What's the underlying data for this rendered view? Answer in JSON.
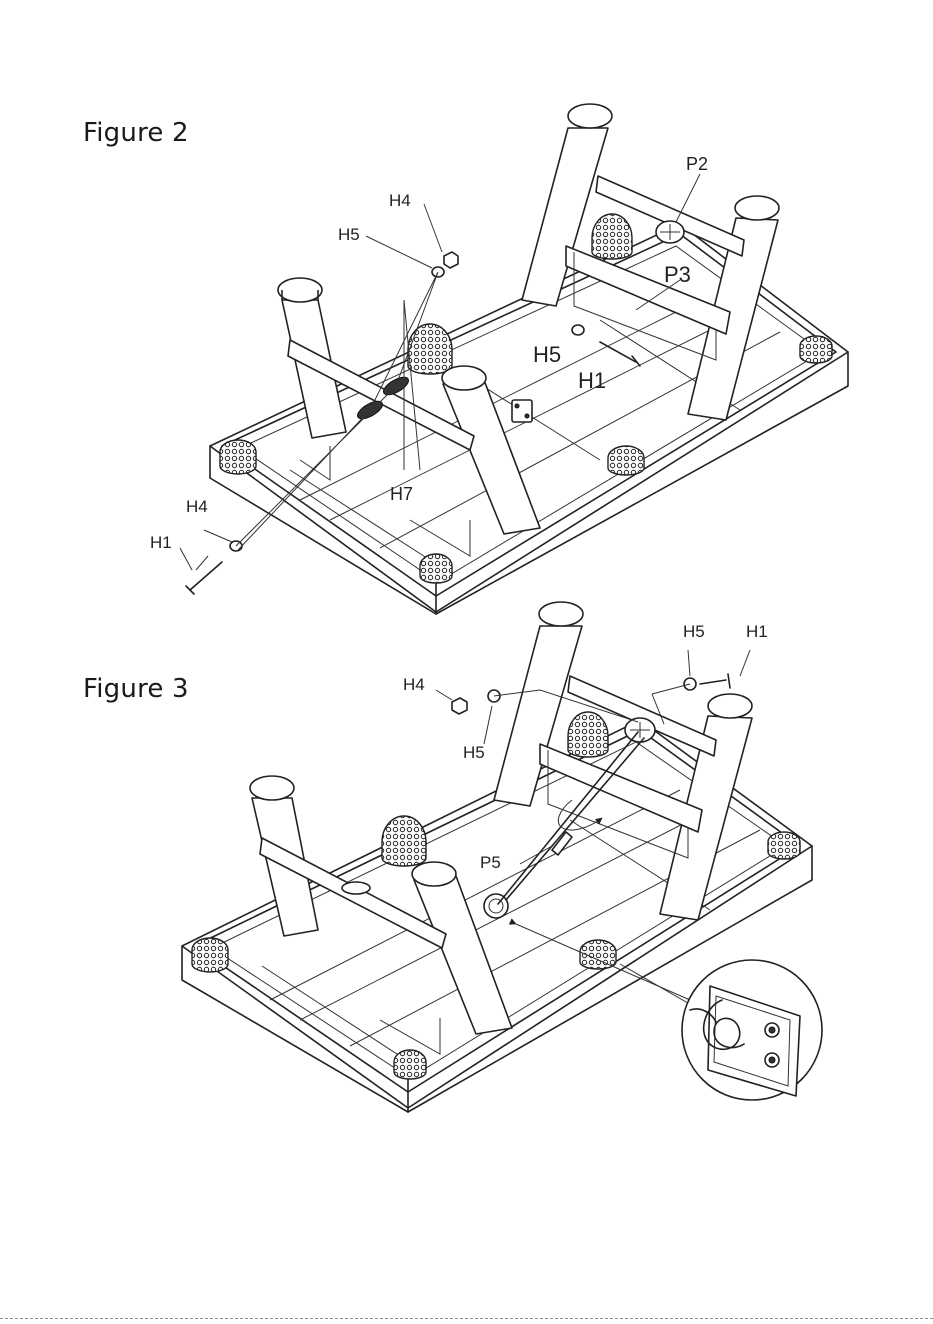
{
  "figure2": {
    "title": "Figure 2",
    "labels": {
      "h4_top": "H4",
      "h5_top": "H5",
      "p2": "P2",
      "p3": "P3",
      "h5_mid": "H5",
      "h1_right": "H1",
      "h7": "H7",
      "h4_left": "H4",
      "h1_left": "H1"
    }
  },
  "figure3": {
    "title": "Figure 3",
    "labels": {
      "h4": "H4",
      "h5_left": "H5",
      "h5_right": "H5",
      "h1": "H1",
      "p5": "P5"
    }
  }
}
